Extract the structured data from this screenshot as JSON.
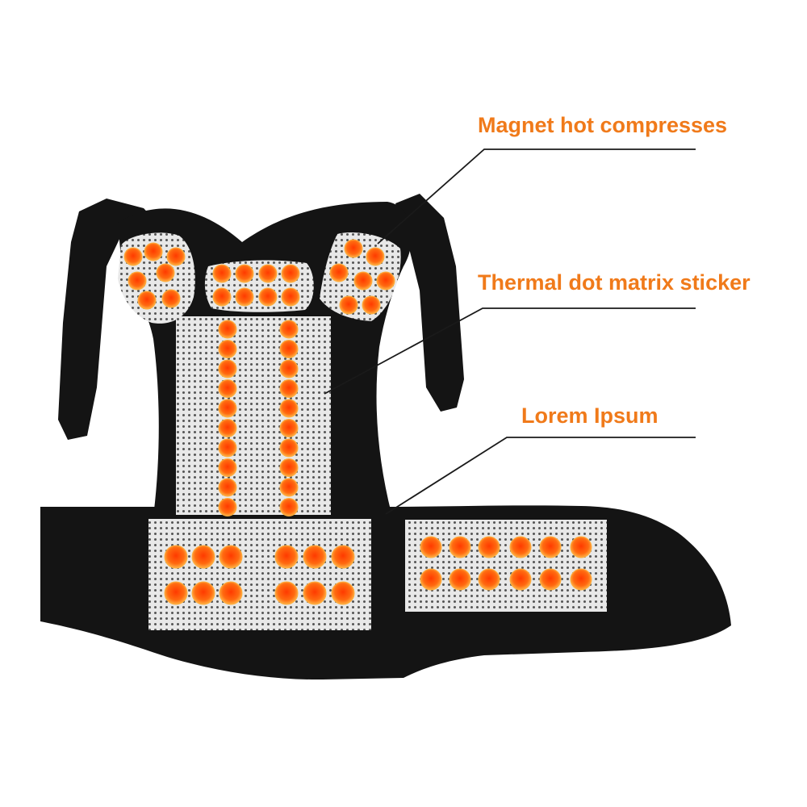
{
  "callouts": {
    "magnet": "Magnet hot compresses",
    "thermal": "Thermal dot matrix sticker",
    "lorem": "Lorem Ipsum"
  },
  "colors": {
    "label": "#f07a1a",
    "brace": "#141414",
    "pad": "#e6e6e6",
    "dot_center": "#ff5a08",
    "dot_edge": "#ffae3c",
    "leader": "#1a1a1a"
  },
  "icons": {
    "magnet_dot": "magnet-dot-icon",
    "thermal_pad": "thermal-pad"
  }
}
